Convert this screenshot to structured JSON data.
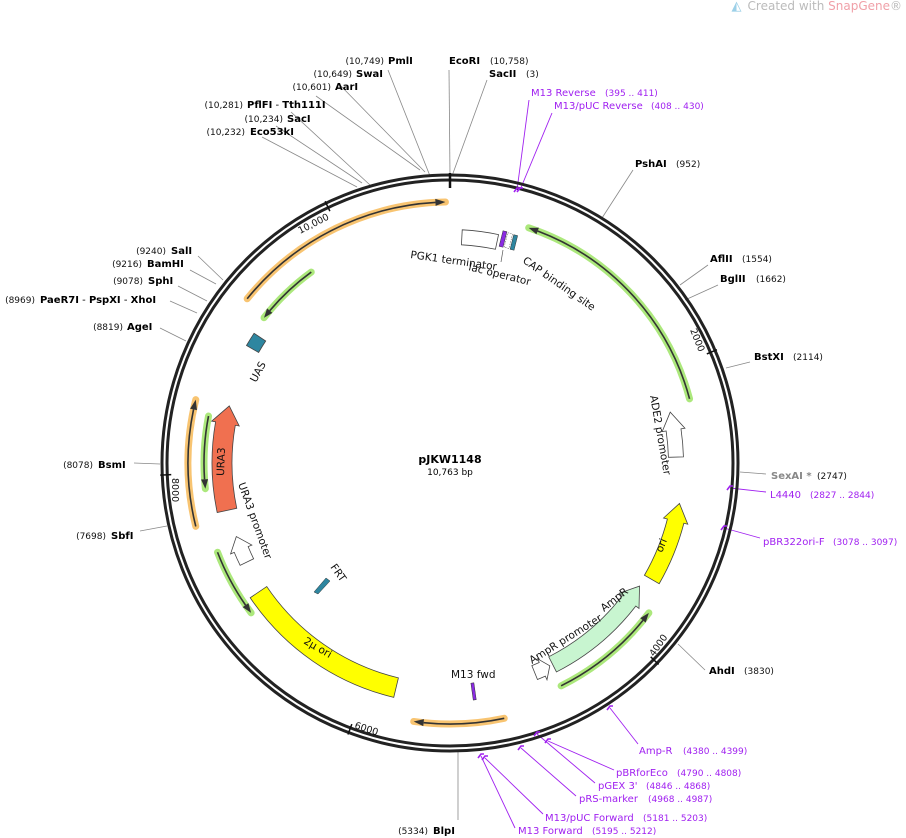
{
  "credit": {
    "prefix": "Created with ",
    "brand": "SnapGene",
    "suffix": "®"
  },
  "plasmid": {
    "name": "pJKW1148",
    "length": "10,763 bp"
  },
  "sites": [
    {
      "name": "PmlI",
      "pos": "(10,749)"
    },
    {
      "name": "EcoRI",
      "pos": "(10,758)"
    },
    {
      "name": "SacII",
      "pos": "(3)"
    },
    {
      "name": "SwaI",
      "pos": "(10,649)"
    },
    {
      "name": "AarI",
      "pos": "(10,601)"
    },
    {
      "name": "PflFI",
      "name2": "Tth111I",
      "pos": "(10,281)"
    },
    {
      "name": "SacI",
      "pos": "(10,234)"
    },
    {
      "name": "Eco53kI",
      "pos": "(10,232)"
    },
    {
      "name": "PshAI",
      "pos": "(952)"
    },
    {
      "name": "AflII",
      "pos": "(1554)"
    },
    {
      "name": "BglII",
      "pos": "(1662)"
    },
    {
      "name": "BstXI",
      "pos": "(2114)"
    },
    {
      "name": "SexAI *",
      "pos": "(2747)"
    },
    {
      "name": "AhdI",
      "pos": "(3830)"
    },
    {
      "name": "BlpI",
      "pos": "(5334)"
    },
    {
      "name": "SbfI",
      "pos": "(7698)"
    },
    {
      "name": "BsmI",
      "pos": "(8078)"
    },
    {
      "name": "AgeI",
      "pos": "(8819)"
    },
    {
      "name": "PaeR7I",
      "name2": "PspXI",
      "name3": "XhoI",
      "pos": "(8969)"
    },
    {
      "name": "SphI",
      "pos": "(9078)"
    },
    {
      "name": "BamHI",
      "pos": "(9216)"
    },
    {
      "name": "SalI",
      "pos": "(9240)"
    }
  ],
  "primers": [
    {
      "name": "M13 Reverse",
      "range": "(395 .. 411)"
    },
    {
      "name": "M13/pUC Reverse",
      "range": "(408 .. 430)"
    },
    {
      "name": "L4440",
      "range": "(2827 .. 2844)"
    },
    {
      "name": "pBR322ori-F",
      "range": "(3078 .. 3097)"
    },
    {
      "name": "Amp-R",
      "range": "(4380 .. 4399)"
    },
    {
      "name": "pBRforEco",
      "range": "(4790 .. 4808)"
    },
    {
      "name": "pGEX 3'",
      "range": "(4846 .. 4868)"
    },
    {
      "name": "pRS-marker",
      "range": "(4968 .. 4987)"
    },
    {
      "name": "M13/pUC Forward",
      "range": "(5181 .. 5203)"
    },
    {
      "name": "M13 Forward",
      "range": "(5195 .. 5212)"
    }
  ],
  "features": {
    "pgk1": "PGK1 terminator",
    "lac": "lac operator",
    "cap": "CAP binding site",
    "ade2": "ADE2 promoter",
    "ori": "ori",
    "ampr": "AmpR",
    "amprp": "AmpR promoter",
    "m13fwd": "M13 fwd",
    "twomu": "2μ ori",
    "frt": "FRT",
    "ura3p": "URA3 promoter",
    "ura3": "URA3",
    "uas": "UAS"
  },
  "ticks": [
    "2000",
    "4000",
    "6000",
    "8000",
    "10,000"
  ],
  "colors": {
    "enzyme": "#000000",
    "primer": "#a020f0",
    "ori": "#ffff00",
    "ura3": "#f07050",
    "ampr": "#c8f5d0",
    "orf_orange": "#f5b041",
    "orf_green": "#90e050",
    "teal": "#2e86a0"
  }
}
